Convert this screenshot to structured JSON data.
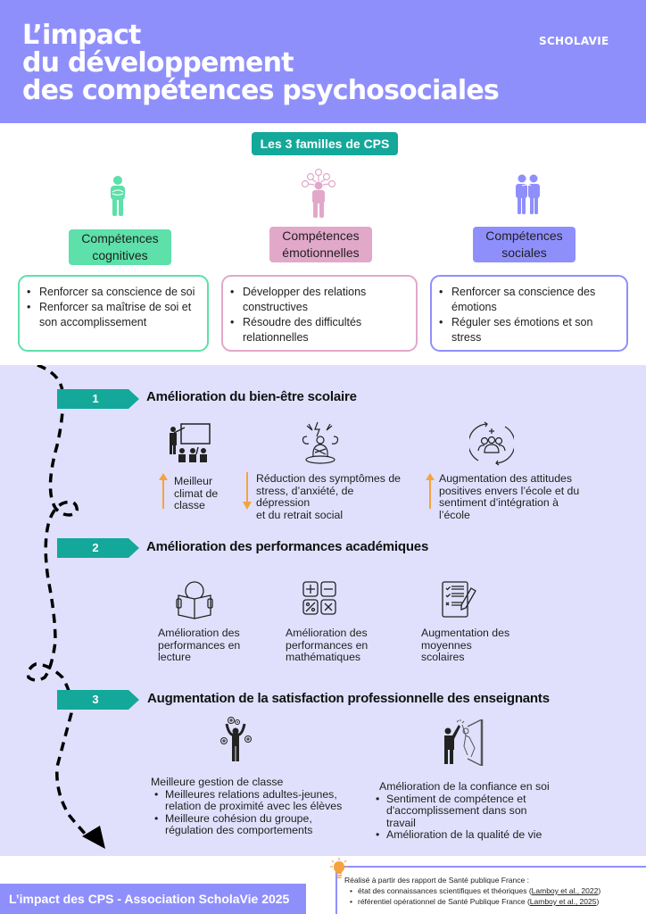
{
  "header": {
    "title_lines": [
      "L’impact",
      "du développement",
      "des compétences psychosociales"
    ],
    "brand": "SCHOLAVIE",
    "color": "#8f8ffc"
  },
  "families": {
    "badge": "Les 3 familles de CPS",
    "badge_color": "#14a89a",
    "items": [
      {
        "label_line1": "Compétences",
        "label_line2": "cognitives",
        "icon": "person-arms-crossed-icon",
        "color": "#5de0a9",
        "bullets": [
          "Renforcer sa conscience de soi",
          "Renforcer sa maîtrise de soi et son accomplissement"
        ]
      },
      {
        "label_line1": "Compétences",
        "label_line2": "émotionnelles",
        "icon": "person-emotions-icon",
        "color": "#e2a8c9",
        "bullets": [
          "Développer des relations constructives",
          "Résoudre des difficultés relationnelles"
        ]
      },
      {
        "label_line1": "Compétences",
        "label_line2": "sociales",
        "icon": "two-people-icon",
        "color": "#8f8ffc",
        "bullets": [
          "Renforcer sa conscience des émotions",
          "Réguler ses émotions et son stress"
        ]
      }
    ]
  },
  "impacts": [
    {
      "number": "1",
      "title": "Amélioration du bien-être scolaire",
      "items": [
        {
          "icon": "teacher-classroom-icon",
          "trend": "up",
          "text_lines": [
            "Meilleur",
            "climat de",
            "classe"
          ]
        },
        {
          "icon": "stress-person-icon",
          "trend": "down",
          "text_lines": [
            "Réduction des symptômes de",
            "stress, d’anxiété, de",
            "dépression",
            "et du retrait social"
          ]
        },
        {
          "icon": "group-cycle-icon",
          "trend": "up",
          "text_lines": [
            "Augmentation des attitudes",
            "positives envers l’école et du",
            "sentiment d’intégration à",
            "l’école"
          ]
        }
      ]
    },
    {
      "number": "2",
      "title": "Amélioration des performances académiques",
      "items": [
        {
          "icon": "person-reading-icon",
          "text_lines": [
            "Amélioration des",
            "performances en",
            "lecture"
          ]
        },
        {
          "icon": "math-operators-icon",
          "text_lines": [
            "Amélioration des",
            "performances en",
            "mathématiques"
          ]
        },
        {
          "icon": "checklist-pencil-icon",
          "text_lines": [
            "Augmentation des",
            "moyennes",
            "scolaires"
          ]
        }
      ]
    },
    {
      "number": "3",
      "title": "Augmentation de la satisfaction professionnelle des enseignants",
      "items": [
        {
          "icon": "person-juggling-icon",
          "heading": "Meilleure gestion de classe",
          "bullets": [
            [
              "Meilleures relations adultes-jeunes,",
              "relation de proximité avec les élèves"
            ],
            [
              "Meilleure cohésion du groupe,",
              "régulation des comportements"
            ]
          ]
        },
        {
          "icon": "mirror-high-five-icon",
          "heading": "Amélioration de la confiance en soi",
          "bullets": [
            [
              "Sentiment de compétence et",
              "d'accomplissement dans son",
              "travail"
            ],
            [
              "Amélioration de la qualité de vie"
            ]
          ]
        }
      ]
    }
  ],
  "footer": {
    "label": "L’impact des CPS - Association ScholaVie 2025",
    "source_intro": "Réalisé à partir des rapport de Santé publique France :",
    "sources": [
      {
        "text": "état des connaissances scientifiques et théoriques (",
        "ref": "Lamboy et al., 2022",
        "end": ")"
      },
      {
        "text": "référentiel opérationnel de Santé Publique France (",
        "ref": "Lamboy et al., 2025",
        "end": ")"
      }
    ]
  },
  "colors": {
    "green": "#5de0a9",
    "pink": "#e2a8c9",
    "purple": "#8f8ffc",
    "teal": "#14a89a",
    "lavender_bg": "#e0e0fc",
    "orange_arrow": "#f4a340"
  }
}
